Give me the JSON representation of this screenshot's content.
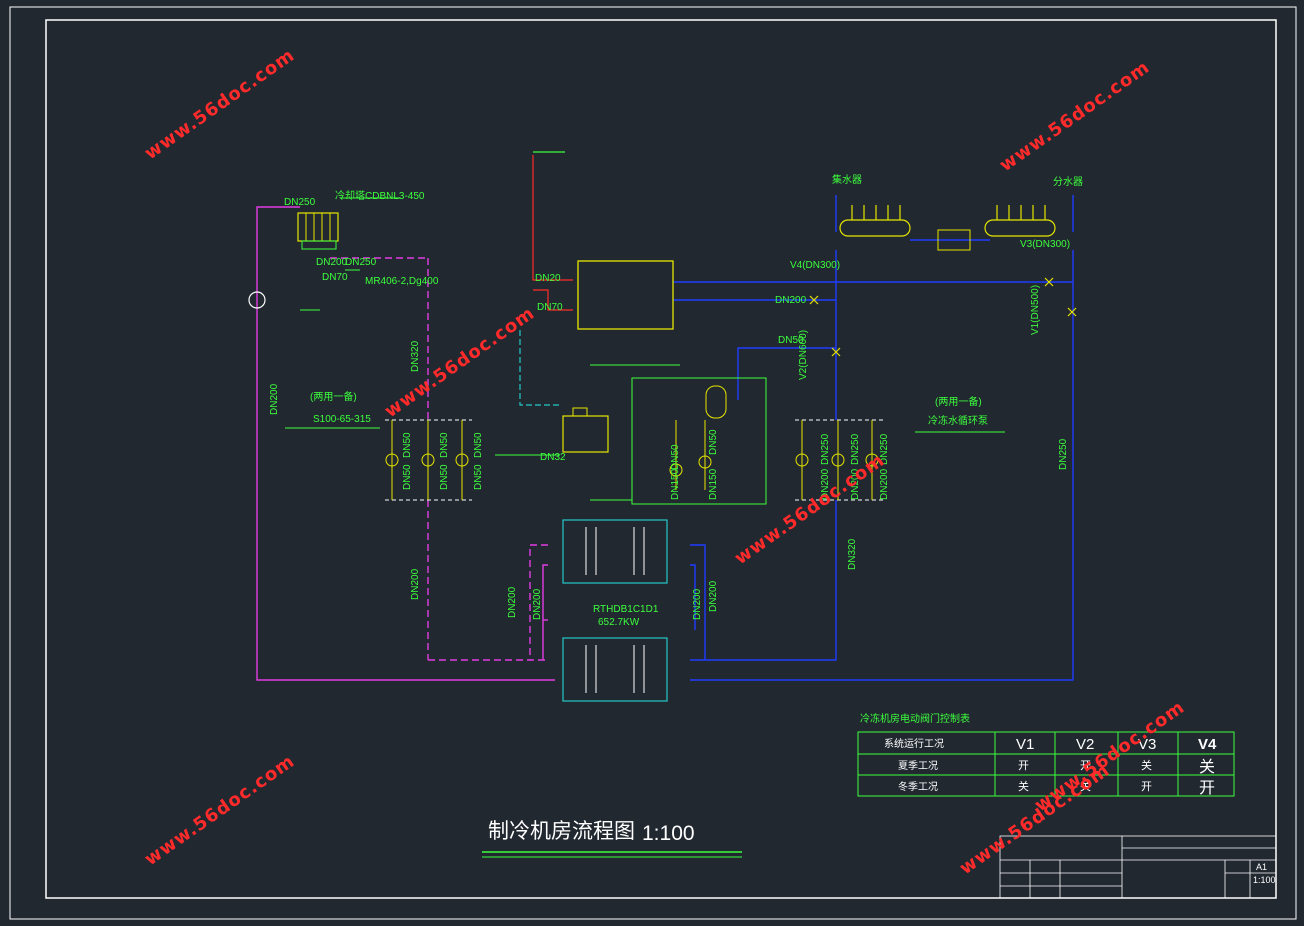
{
  "watermarks": [
    "www.56doc.com",
    "www.56doc.com",
    "www.56doc.com",
    "www.56doc.com",
    "www.56doc.com",
    "www.56doc.com",
    "www.56doc.com"
  ],
  "labels": {
    "cooling_tower_pipe": "DN250",
    "cooling_tower_model": "冷却塔CDBNL3-450",
    "ct_dn200": "DN200",
    "ct_dn250": "DN250",
    "ct_dn70": "DN70",
    "ct_valve": "MR406-2,Dg400",
    "cooling_left_dn200": "DN200",
    "cooling_dn320": "DN320",
    "cooling_pump_group": "(两用一备)",
    "cooling_pump_model": "S100-65-315",
    "pumpL_dn1": "DN50",
    "pumpL_dn2": "DN50",
    "pumpL_dn3": "DN50",
    "pumpL_dn4": "DN50",
    "pumpL_dn5": "DN50",
    "pumpL_dn6": "DN50",
    "tank_dn20": "DN20",
    "tank_dn70": "DN70",
    "softener_dn32": "DN32",
    "pumpR_dn1": "DN250",
    "pumpR_dn2": "DN250",
    "pumpR_dn3": "DN250",
    "pumpR_dn4": "DN200",
    "pumpR_dn5": "DN200",
    "pumpR_dn6": "DN200",
    "pumpM_dn1": "DN50",
    "pumpM_dn2": "DN150",
    "pumpM_dn3": "DN150",
    "pumpM_dn4": "DN50",
    "chilled_group": "(两用一备)",
    "chilled_pump": "冷冻水循环泵",
    "v4": "V4(DN300)",
    "dn200_h": "DN200",
    "dn50_v": "DN50",
    "v2": "V2(DN600)",
    "v1": "V1(DN500)",
    "v3": "V3(DN300)",
    "dn250_right": "DN250",
    "dn320_mid": "DN320",
    "collector": "集水器",
    "distributor": "分水器",
    "chiller_model": "RTHDB1C1D1",
    "chiller_capacity": "652.7KW",
    "chiller_dn200_a": "DN200",
    "chiller_dn200_b": "DN200",
    "chiller_dn200_c": "DN200",
    "chiller_dn200_d": "DN200",
    "chiller_dn200_e": "DN200"
  },
  "control_table": {
    "title": "冷冻机房电动阀门控制表",
    "header": [
      "系统运行工况",
      "V1",
      "V2",
      "V3",
      "V4"
    ],
    "rows": [
      [
        "夏季工况",
        "开",
        "开",
        "关",
        "关"
      ],
      [
        "冬季工况",
        "关",
        "关",
        "开",
        "开"
      ]
    ]
  },
  "drawing_title": "制冷机房流程图",
  "drawing_scale": "1:100",
  "title_block": {
    "sheet_size": "A1",
    "scale": "1:100"
  }
}
